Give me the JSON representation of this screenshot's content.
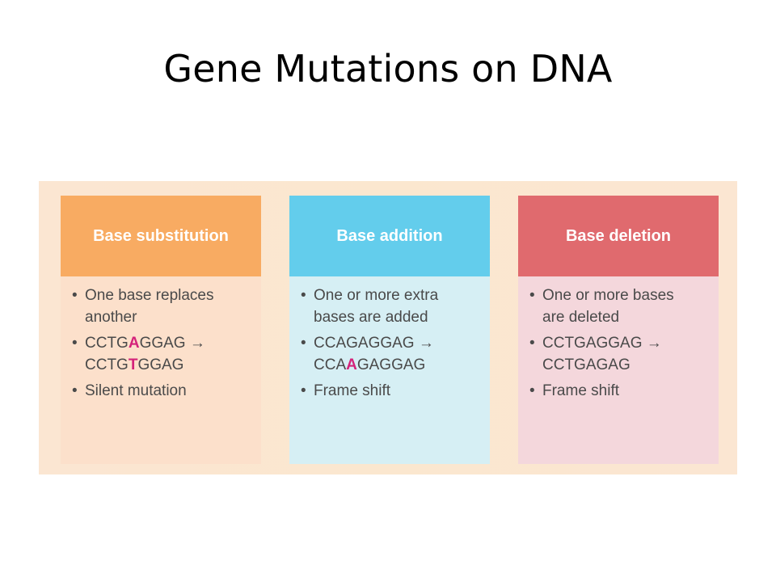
{
  "title": "Gene Mutations on DNA",
  "cards": [
    {
      "heading": "Base substitution",
      "bullets": [
        {
          "lines": [
            [
              {
                "t": "One base replaces"
              }
            ],
            [
              {
                "t": "another"
              }
            ]
          ]
        },
        {
          "lines": [
            [
              {
                "t": "CCTG"
              },
              {
                "t": "A",
                "hl": true
              },
              {
                "t": "GGAG →"
              }
            ],
            [
              {
                "t": "CCTG"
              },
              {
                "t": "T",
                "hl": true
              },
              {
                "t": "GGAG"
              }
            ]
          ]
        },
        {
          "lines": [
            [
              {
                "t": "Silent mutation"
              }
            ]
          ]
        }
      ]
    },
    {
      "heading": "Base addition",
      "bullets": [
        {
          "lines": [
            [
              {
                "t": "One or more extra"
              }
            ],
            [
              {
                "t": "bases are added"
              }
            ]
          ]
        },
        {
          "lines": [
            [
              {
                "t": "CCAGAGGAG →"
              }
            ],
            [
              {
                "t": "CCA"
              },
              {
                "t": "A",
                "hl": true
              },
              {
                "t": "GAGGAG"
              }
            ]
          ]
        },
        {
          "lines": [
            [
              {
                "t": "Frame shift"
              }
            ]
          ]
        }
      ]
    },
    {
      "heading": "Base deletion",
      "bullets": [
        {
          "lines": [
            [
              {
                "t": "One or more bases"
              }
            ],
            [
              {
                "t": "are deleted"
              }
            ]
          ]
        },
        {
          "lines": [
            [
              {
                "t": "CCTGAGGAG →"
              }
            ],
            [
              {
                "t": "CCTGAGAG"
              }
            ]
          ]
        },
        {
          "lines": [
            [
              {
                "t": "Frame shift"
              }
            ]
          ]
        }
      ]
    }
  ],
  "colors": {
    "highlight": "#d4237a",
    "substitution_header": "#f8ab62",
    "addition_header": "#63cdec",
    "deletion_header": "#e06a6e"
  }
}
